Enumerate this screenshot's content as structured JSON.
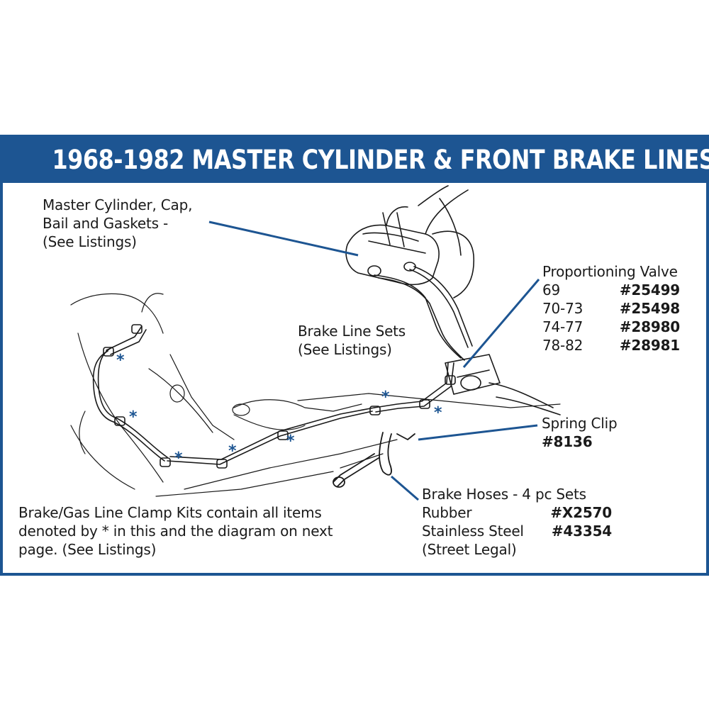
{
  "title": "1968-1982 MASTER CYLINDER & FRONT BRAKE LINES",
  "master_cylinder": {
    "lines": [
      "Master Cylinder, Cap,",
      "Bail and Gaskets -",
      "(See Listings)"
    ]
  },
  "brake_line_sets": {
    "lines": [
      "Brake Line Sets",
      "(See Listings)"
    ]
  },
  "proportioning_valve": {
    "heading": "Proportioning Valve",
    "rows": [
      {
        "years": "69",
        "part": "#25499"
      },
      {
        "years": "70-73",
        "part": "#25498"
      },
      {
        "years": "74-77",
        "part": "#28980"
      },
      {
        "years": "78-82",
        "part": "#28981"
      }
    ]
  },
  "spring_clip": {
    "name": "Spring Clip",
    "part": "#8136"
  },
  "brake_hoses": {
    "heading": "Brake Hoses - 4 pc Sets",
    "rows": [
      {
        "type": "Rubber",
        "part": "#X2570"
      },
      {
        "type": "Stainless Steel",
        "part": "#43354"
      }
    ],
    "note": "(Street Legal)"
  },
  "clamp_kits_note": {
    "lines": [
      "Brake/Gas Line Clamp Kits contain all items",
      "denoted by * in this and the diagram on next",
      "page.  (See Listings)"
    ]
  },
  "clamp_marker": "*",
  "colors": {
    "accent": "#1d5592",
    "line": "#1a1a1a"
  }
}
